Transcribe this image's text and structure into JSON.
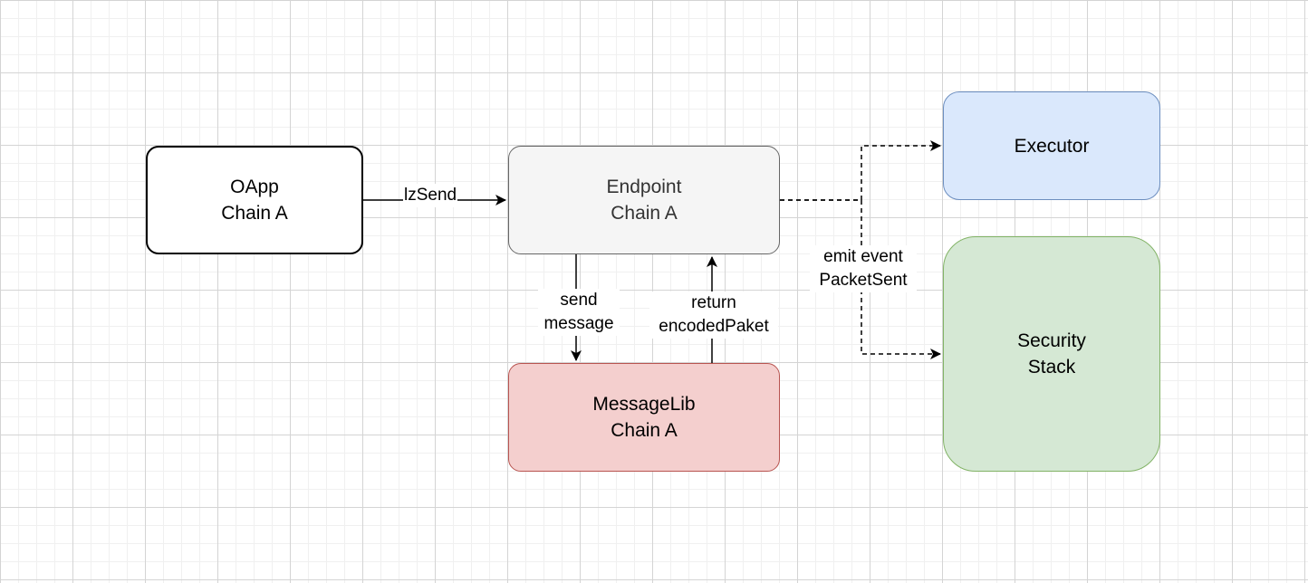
{
  "nodes": {
    "oapp": {
      "line1": "OApp",
      "line2": "Chain A"
    },
    "endpoint": {
      "line1": "Endpoint",
      "line2": "Chain A"
    },
    "messagelib": {
      "line1": "MessageLib",
      "line2": "Chain A"
    },
    "executor": {
      "line1": "Executor"
    },
    "security": {
      "line1": "Security",
      "line2": "Stack"
    }
  },
  "edges": {
    "lzsend": {
      "label": "lzSend"
    },
    "send_message": {
      "line1": "send",
      "line2": "message"
    },
    "return_packet": {
      "line1": "return",
      "line2": "encodedPaket"
    },
    "emit_event": {
      "line1": "emit event",
      "line2": "PacketSent"
    }
  },
  "colors": {
    "endpoint_fill": "#f5f5f5",
    "messagelib_fill": "#f4cfce",
    "executor_fill": "#dae8fc",
    "security_fill": "#d5e8d4"
  }
}
